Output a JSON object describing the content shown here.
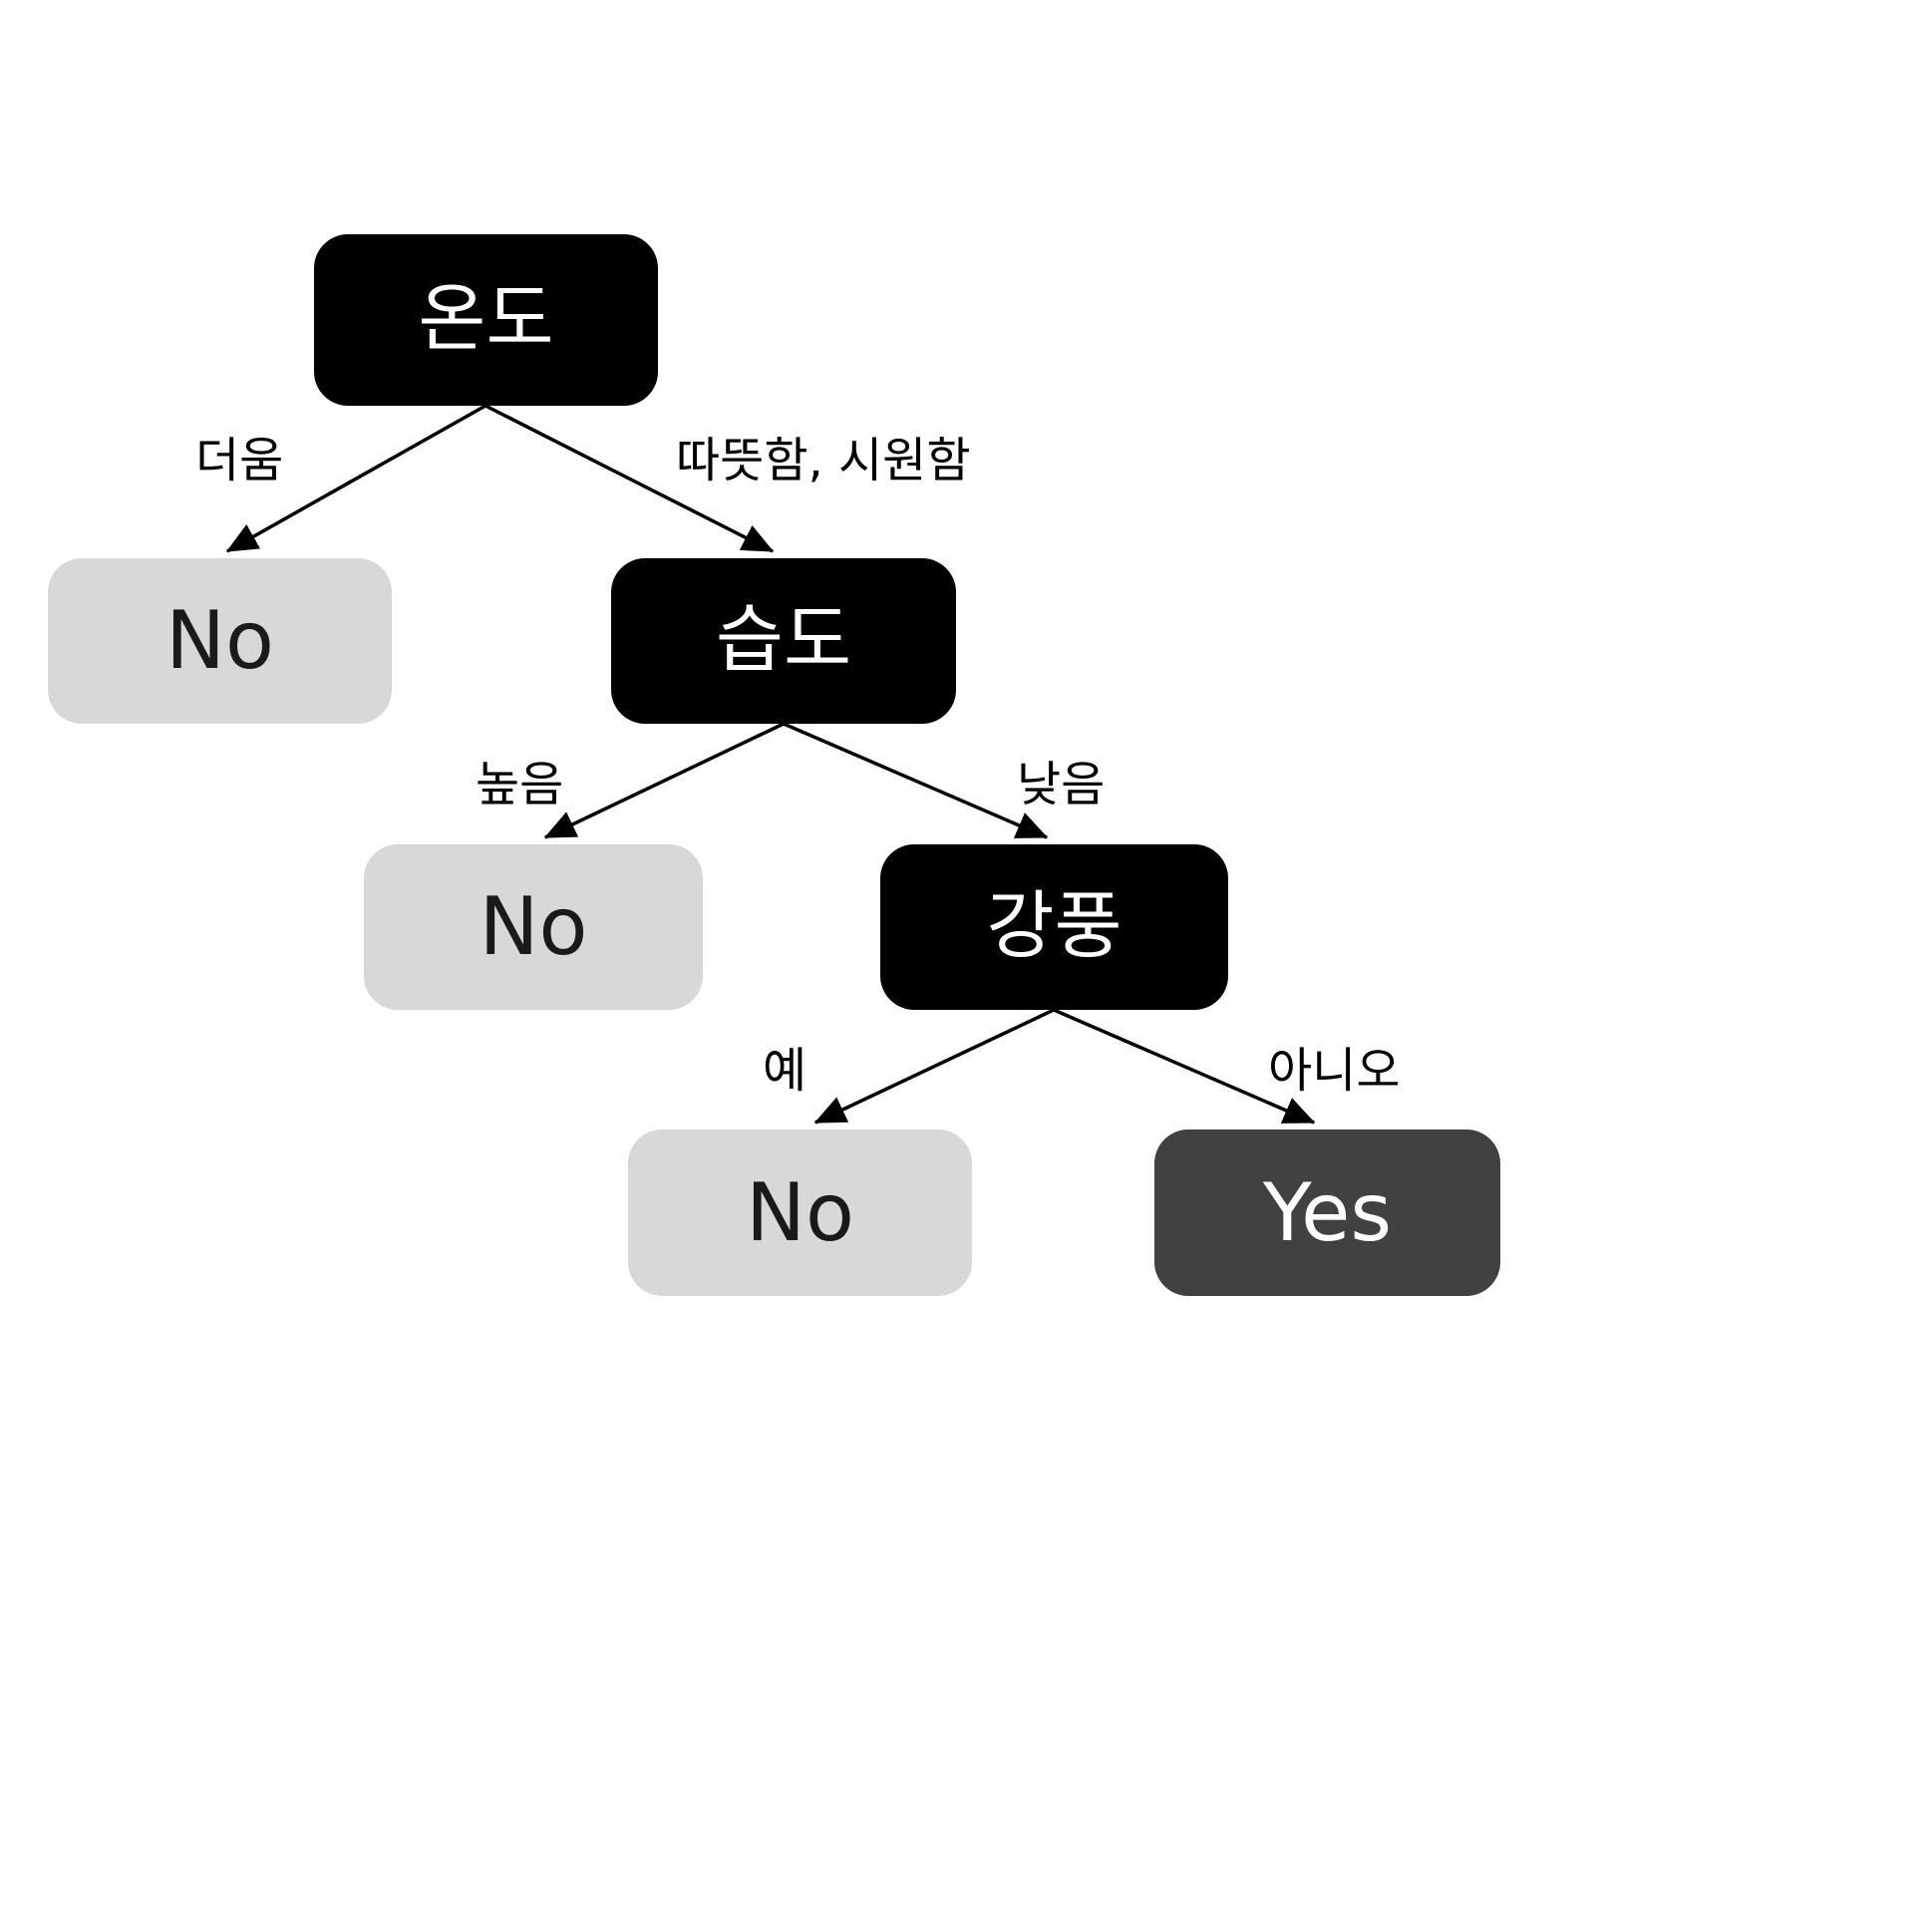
{
  "diagram": {
    "type": "decision-tree",
    "background_color": "#ffffff",
    "colors": {
      "decision_node_fill": "#000000",
      "decision_node_text": "#ffffff",
      "leaf_no_fill": "#d8d8d8",
      "leaf_no_text": "#1a1a1a",
      "leaf_yes_fill": "#414141",
      "leaf_yes_text": "#ffffff",
      "edge_stroke": "#000000"
    },
    "nodes": {
      "temperature": {
        "label": "온도",
        "kind": "decision"
      },
      "no_hot": {
        "label": "No",
        "kind": "leaf-no"
      },
      "humidity": {
        "label": "습도",
        "kind": "decision"
      },
      "no_high": {
        "label": "No",
        "kind": "leaf-no"
      },
      "wind": {
        "label": "강풍",
        "kind": "decision"
      },
      "no_windy": {
        "label": "No",
        "kind": "leaf-no"
      },
      "yes": {
        "label": "Yes",
        "kind": "leaf-yes"
      }
    },
    "edges": {
      "temperature_to_no_hot": {
        "label": "더움"
      },
      "temperature_to_humidity": {
        "label": "따뜻함, 시원함"
      },
      "humidity_to_no_high": {
        "label": "높음"
      },
      "humidity_to_wind": {
        "label": "낮음"
      },
      "wind_to_no_windy": {
        "label": "예"
      },
      "wind_to_yes": {
        "label": "아니오"
      }
    }
  }
}
